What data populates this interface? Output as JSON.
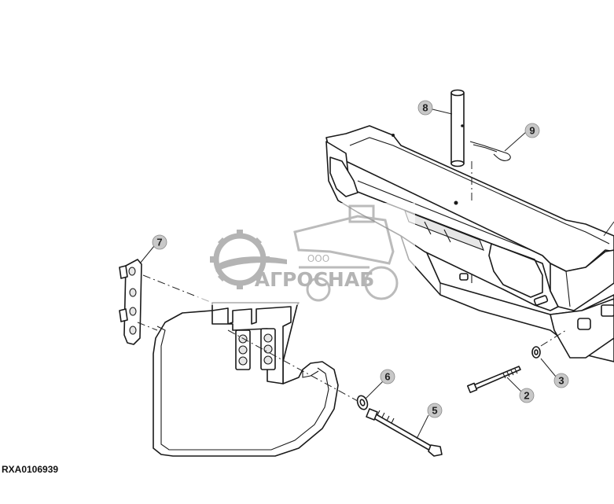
{
  "figure": {
    "id": "RXA0106939"
  },
  "watermark": {
    "prefix": "ООО",
    "brand": "АГРОСНАБ",
    "color": "#a8a8a8"
  },
  "callouts": [
    {
      "id": "callout-2",
      "number": "2"
    },
    {
      "id": "callout-3",
      "number": "3"
    },
    {
      "id": "callout-5",
      "number": "5"
    },
    {
      "id": "callout-6",
      "number": "6"
    },
    {
      "id": "callout-7",
      "number": "7"
    },
    {
      "id": "callout-8",
      "number": "8"
    },
    {
      "id": "callout-9",
      "number": "9"
    }
  ]
}
